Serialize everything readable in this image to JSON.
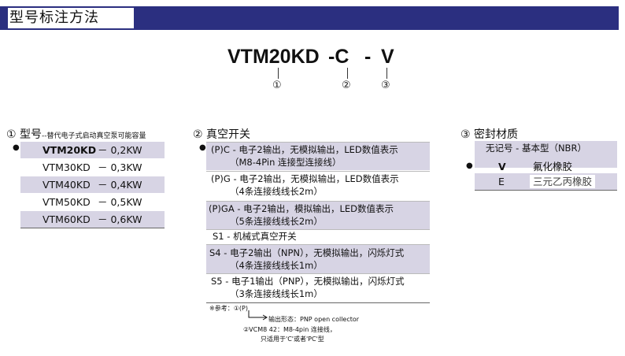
{
  "header": {
    "title": "型号标注方法"
  },
  "model_code": {
    "parts": [
      "VTM20KD",
      "-C",
      "-",
      "V"
    ],
    "markers": [
      "①",
      "②",
      "③"
    ]
  },
  "section1": {
    "title": "① 型号",
    "subtitle": "--替代电子式启动真空泵可能容量",
    "rows": [
      {
        "model": "VTM20KD",
        "power": "－ 0,2KW"
      },
      {
        "model": "VTM30KD",
        "power": "－ 0,3KW"
      },
      {
        "model": "VTM40KD",
        "power": "－ 0,4KW"
      },
      {
        "model": "VTM50KD",
        "power": "－ 0,5KW"
      },
      {
        "model": "VTM60KD",
        "power": "－ 0,6KW"
      }
    ]
  },
  "section2": {
    "title": "② 真空开关",
    "options": [
      {
        "line1": "(P)C - 电子2输出，无模拟输出，LED数值表示",
        "line2": "（M8-4Pin 连接型连接线）"
      },
      {
        "line1": "(P)G - 电子2输出，无模拟输出，LED数值表示",
        "line2": "（4条连接线线长2m）"
      },
      {
        "line1": "(P)GA - 电子2输出，模拟输出，LED数值表示",
        "line2": "（5条连接线线长2m）"
      },
      {
        "line1": "S1 - 机械式真空开关",
        "line2": ""
      },
      {
        "line1": "S4 - 电子2输出（NPN），无模拟输出，闪烁灯式",
        "line2": "（4条连接线线长1m）"
      },
      {
        "line1": "S5 - 电子1输出（PNP），无模拟输出，闪烁灯式",
        "line2": "（3条连接线线长1m）"
      }
    ],
    "notes": {
      "ref": "※参考：①(P)",
      "output": "输出形态：PNP open collector",
      "vcm_line1": "②VCM8 42：M8-4pin 连接线，",
      "vcm_line2": "只适用于'C'或者'PC'型"
    }
  },
  "section3": {
    "title": "③ 密封材质",
    "rows": [
      {
        "code": "无记号 - 基本型（NBR）",
        "material": ""
      },
      {
        "code": "V",
        "material": "氟化橡胶"
      },
      {
        "code": "E",
        "material": "三元乙丙橡胶"
      }
    ]
  }
}
